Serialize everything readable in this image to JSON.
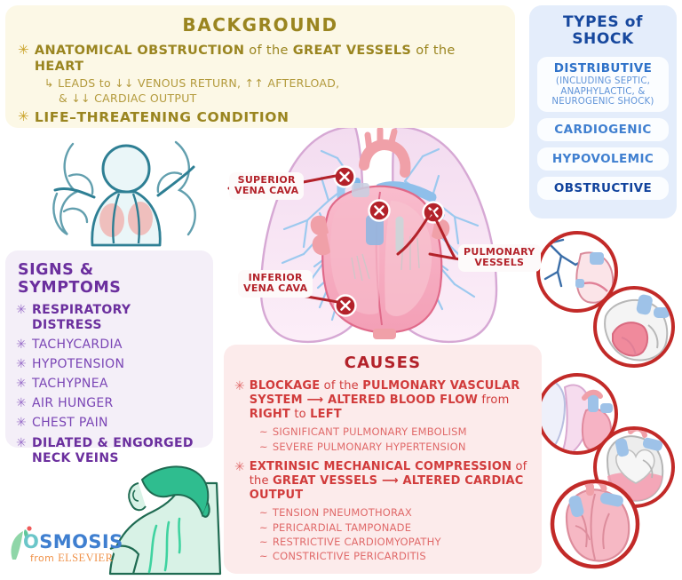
{
  "background": {
    "title": "BACKGROUND",
    "items": [
      {
        "star": "✳",
        "segments": [
          {
            "t": "ANATOMICAL OBSTRUCTION",
            "b": true
          },
          {
            "t": " of the ",
            "b": false
          },
          {
            "t": "GREAT VESSELS",
            "b": true
          },
          {
            "t": " of the ",
            "b": false
          },
          {
            "t": "HEART",
            "b": true
          }
        ]
      }
    ],
    "sub_arrow": "↳",
    "sub_line1": "LEADS to ↓↓ VENOUS RETURN, ↑↑ AFTERLOAD,",
    "sub_line2": "& ↓↓ CARDIAC OUTPUT",
    "strong_star": "✳",
    "strong_item": "LIFE–THREATENING CONDITION"
  },
  "types_of_shock": {
    "title_line1": "TYPES of",
    "title_line2": "SHOCK",
    "items": [
      {
        "name": "DISTRIBUTIVE",
        "sub": "(INCLUDING SEPTIC, ANAPHYLACTIC, & NEUROGENIC SHOCK)",
        "selected": false
      },
      {
        "name": "CARDIOGENIC",
        "sub": "",
        "selected": false
      },
      {
        "name": "HYPOVOLEMIC",
        "sub": "",
        "selected": false
      },
      {
        "name": "OBSTRUCTIVE",
        "sub": "",
        "selected": true
      }
    ]
  },
  "signs_symptoms": {
    "title": "SIGNS & SYMPTOMS",
    "star": "✳",
    "items": [
      {
        "label": "RESPIRATORY DISTRESS",
        "bold": true
      },
      {
        "label": "TACHYCARDIA",
        "bold": false
      },
      {
        "label": "HYPOTENSION",
        "bold": false
      },
      {
        "label": "TACHYPNEA",
        "bold": false
      },
      {
        "label": "AIR HUNGER",
        "bold": false
      },
      {
        "label": "CHEST PAIN",
        "bold": false
      },
      {
        "label": "DILATED & ENGORGED NECK VEINS",
        "bold": true
      }
    ]
  },
  "causes": {
    "title": "CAUSES",
    "star": "✳",
    "tilde": "~",
    "groups": [
      {
        "segments": [
          {
            "t": "BLOCKAGE",
            "b": true
          },
          {
            "t": " of the ",
            "b": false
          },
          {
            "t": "PULMONARY VASCULAR SYSTEM",
            "b": true
          },
          {
            "t": " ⟶ ",
            "b": true
          },
          {
            "t": "ALTERED BLOOD FLOW",
            "b": true
          },
          {
            "t": " from ",
            "b": false
          },
          {
            "t": "RIGHT",
            "b": true
          },
          {
            "t": " to ",
            "b": false
          },
          {
            "t": "LEFT",
            "b": true
          }
        ],
        "sub_items": [
          "SIGNIFICANT PULMONARY EMBOLISM",
          "SEVERE PULMONARY HYPERTENSION"
        ]
      },
      {
        "segments": [
          {
            "t": "EXTRINSIC MECHANICAL COMPRESSION",
            "b": true
          },
          {
            "t": " of the ",
            "b": false
          },
          {
            "t": "GREAT VESSELS",
            "b": true
          },
          {
            "t": " ⟶ ",
            "b": true
          },
          {
            "t": "ALTERED CARDIAC OUTPUT",
            "b": true
          }
        ],
        "sub_items": [
          "TENSION PNEUMOTHORAX",
          "PERICARDIAL TAMPONADE",
          "RESTRICTIVE CARDIOMYOPATHY",
          "CONSTRICTIVE PERICARDITIS"
        ]
      }
    ]
  },
  "anatomy_labels": {
    "superior_vena_cava_line1": "SUPERIOR",
    "superior_vena_cava_line2": "VENA CAVA",
    "inferior_vena_cava_line1": "INFERIOR",
    "inferior_vena_cava_line2": "VENA CAVA",
    "pulmonary_vessels_line1": "PULMONARY",
    "pulmonary_vessels_line2": "VESSELS",
    "obstruction_marker": "✕"
  },
  "logo": {
    "first_letter": "O",
    "rest": "SMOSIS",
    "from": "from ",
    "publisher": "ELSEVIER"
  },
  "colors": {
    "background_panel": "#fcf8e6",
    "background_text": "#9a8520",
    "types_panel": "#e4edfb",
    "types_text": "#17489e",
    "signs_panel": "#f4eff8",
    "signs_text": "#6b2f9e",
    "causes_panel": "#fcebeb",
    "causes_text": "#d13b3b",
    "marker_red": "#b3222a",
    "lung_pink": "#f0d9ee",
    "heart_pink": "#f6a8bd",
    "vein_blue": "#9cc9ef",
    "logo_blue": "#3f7fd0",
    "logo_teal": "#6bc6c9",
    "elsevier_orange": "#f0924a"
  }
}
